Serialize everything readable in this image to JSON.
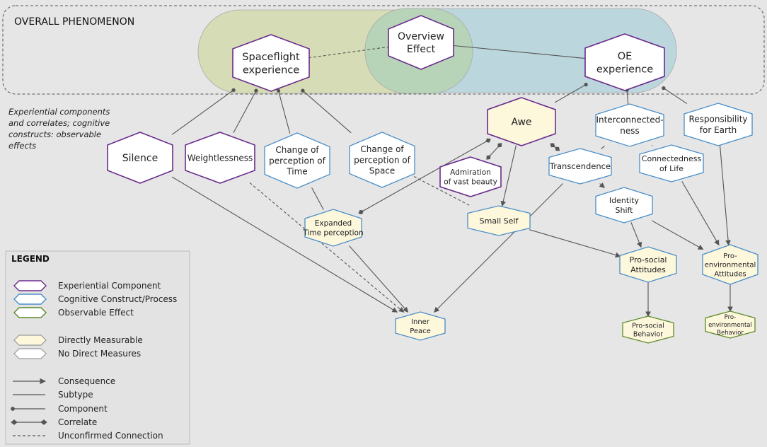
{
  "overall_title": "OVERALL PHENOMENON",
  "side_caption": [
    "Experiential components",
    "and correlates; cognitive",
    "constructs: observable",
    "effects"
  ],
  "colors": {
    "experiential": "#6a2b8c",
    "cognitive": "#4a8ec8",
    "observable": "#5b8a2a",
    "measurable_fill": "#fdf7dc",
    "plain_fill": "#ffffff",
    "blob_left": "#d6dcb5",
    "blob_right": "#bcd6de",
    "blob_overlap": "#b7d4b8"
  },
  "nodes": {
    "overview": [
      "Overview",
      "Effect"
    ],
    "spaceflight": [
      "Spaceflight",
      "experience"
    ],
    "oe": [
      "OE",
      "experience"
    ],
    "silence": [
      "Silence"
    ],
    "weight": [
      "Weightlessness"
    ],
    "time": [
      "Change of",
      "perception of",
      "Time"
    ],
    "space": [
      "Change of",
      "perception of",
      "Space"
    ],
    "awe": [
      "Awe"
    ],
    "admire": [
      "Admiration",
      "of vast beauty"
    ],
    "inter": [
      "Interconnected-",
      "ness"
    ],
    "resp": [
      "Responsibility",
      "for Earth"
    ],
    "trans": [
      "Transcendence"
    ],
    "conn": [
      "Connectedness",
      "of Life"
    ],
    "identity": [
      "Identity",
      "Shift"
    ],
    "expanded": [
      "Expanded",
      "Time perception"
    ],
    "small": [
      "Small Self"
    ],
    "prosoc": [
      "Pro-social",
      "Attitudes"
    ],
    "proenv": [
      "Pro-",
      "environmental",
      "Attitudes"
    ],
    "inner": [
      "Inner",
      "Peace"
    ],
    "prosocb": [
      "Pro-social",
      "Behavior"
    ],
    "proenvb": [
      "Pro-",
      "environmental",
      "Behavior"
    ]
  },
  "legend": {
    "title": "LEGEND",
    "items": [
      "Experiential Component",
      "Cognitive Construct/Process",
      "Observable Effect",
      "Directly Measurable",
      "No Direct Measures",
      "Consequence",
      "Subtype",
      "Component",
      "Correlate",
      "Unconfirmed Connection"
    ]
  }
}
